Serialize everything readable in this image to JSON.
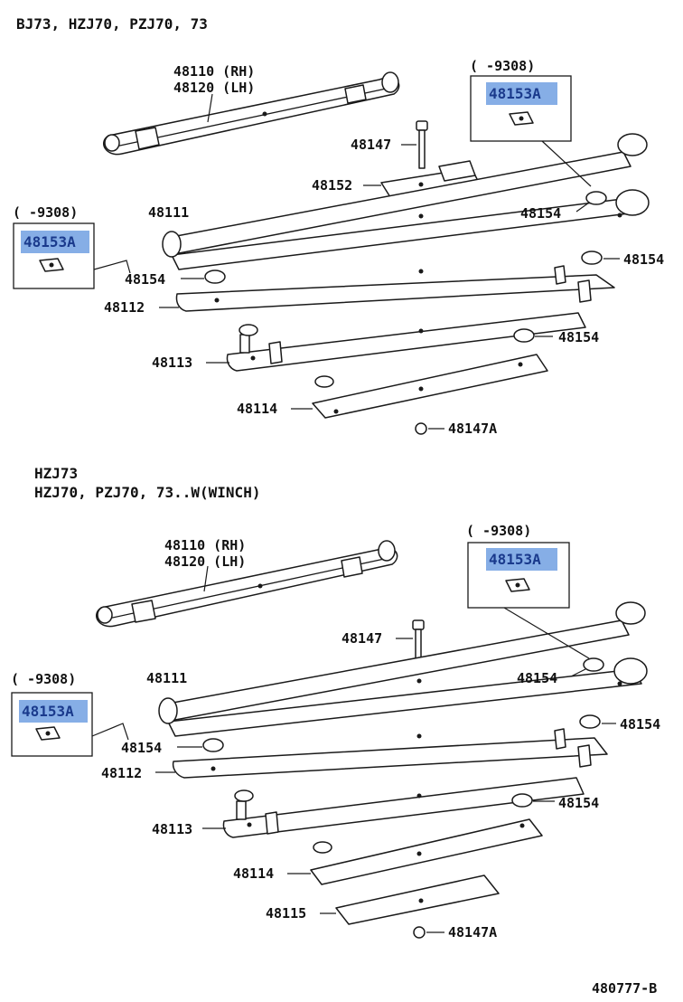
{
  "diagram_code": "480777-B",
  "upper": {
    "applicability": "BJ73, HZJ70, PZJ70, 73",
    "labels": {
      "spring_assy_rh": "48110 (RH)",
      "spring_assy_lh": "48120 (LH)",
      "bolt": "48147",
      "spacer": "48152",
      "leaf_1": "48111",
      "leaf_2": "48112",
      "leaf_3": "48113",
      "leaf_4": "48114",
      "nut": "48147A",
      "insert_right_top": "48154",
      "insert_right_mid": "48154",
      "insert_left": "48154",
      "insert_right_low": "48154"
    },
    "callouts": [
      {
        "range": "(     -9308)",
        "part": "48153A"
      },
      {
        "range": "(     -9308)",
        "part": "48153A"
      }
    ]
  },
  "lower": {
    "applicability_1": "HZJ73",
    "applicability_2": "HZJ70, PZJ70, 73..W(WINCH)",
    "labels": {
      "spring_assy_rh": "48110 (RH)",
      "spring_assy_lh": "48120 (LH)",
      "bolt": "48147",
      "leaf_1": "48111",
      "leaf_2": "48112",
      "leaf_3": "48113",
      "leaf_4": "48114",
      "leaf_5": "48115",
      "nut": "48147A",
      "insert_right_top": "48154",
      "insert_right_mid": "48154",
      "insert_left": "48154",
      "insert_right_low": "48154"
    },
    "callouts": [
      {
        "range": "(     -9308)",
        "part": "48153A"
      },
      {
        "range": "(     -9308)",
        "part": "48153A"
      }
    ]
  },
  "colors": {
    "highlight": "#86aee6",
    "highlight_text": "#1a3a8c",
    "line": "#1a1a1a"
  }
}
